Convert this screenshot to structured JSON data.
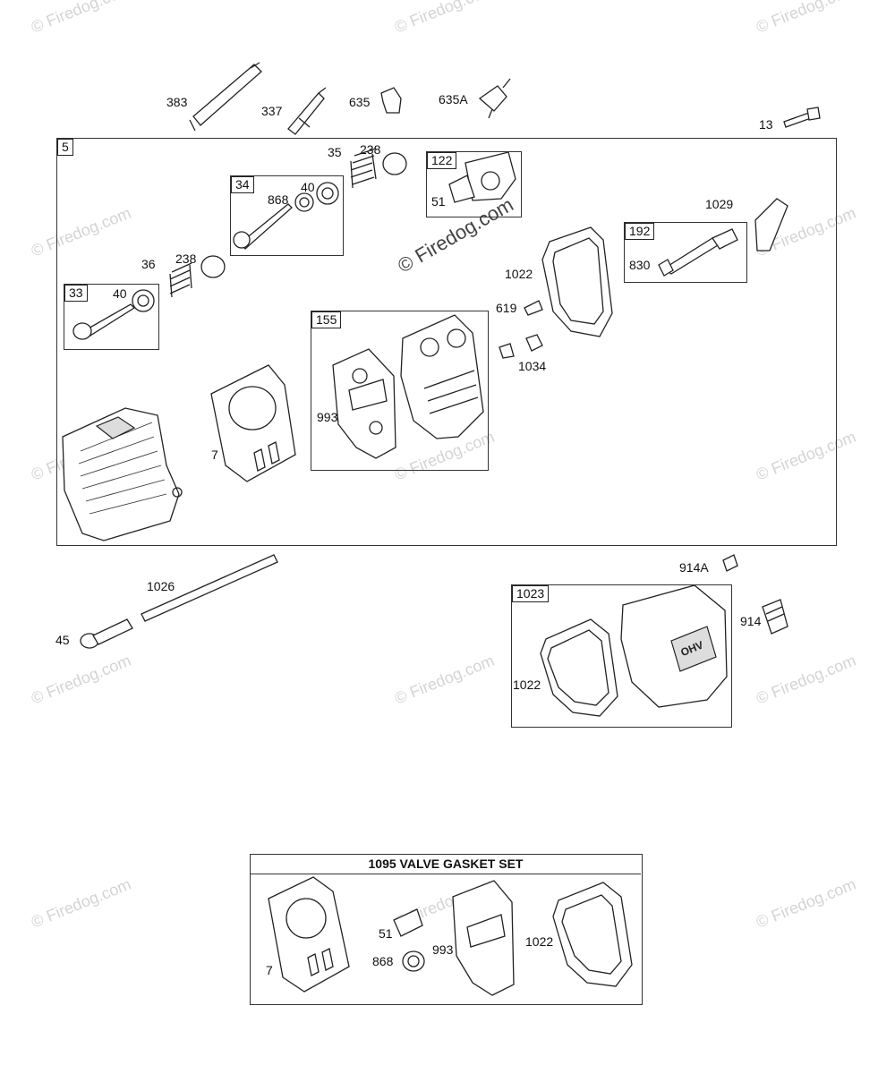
{
  "watermark": {
    "text": "© Firedog.com"
  },
  "boxes": {
    "box_5": "5",
    "box_34": "34",
    "box_33": "33",
    "box_122": "122",
    "box_155": "155",
    "box_192": "192",
    "box_1023": "1023"
  },
  "kit": {
    "title": "1095 VALVE GASKET SET"
  },
  "callouts": {
    "c383": "383",
    "c337": "337",
    "c635": "635",
    "c635a": "635A",
    "c13": "13",
    "c35": "35",
    "c238_top": "238",
    "c868_top": "868",
    "c40_top": "40",
    "c51_top": "51",
    "c1029": "1029",
    "c36": "36",
    "c238_mid": "238",
    "c40_mid": "40",
    "c1022_mid": "1022",
    "c830": "830",
    "c619": "619",
    "c1034": "1034",
    "c993_mid": "993",
    "c7_mid": "7",
    "c914a": "914A",
    "c1026": "1026",
    "c45": "45",
    "c914": "914",
    "c1022_cover": "1022",
    "c7_kit": "7",
    "c51_kit": "51",
    "c868_kit": "868",
    "c993_kit": "993",
    "c1022_kit": "1022"
  }
}
